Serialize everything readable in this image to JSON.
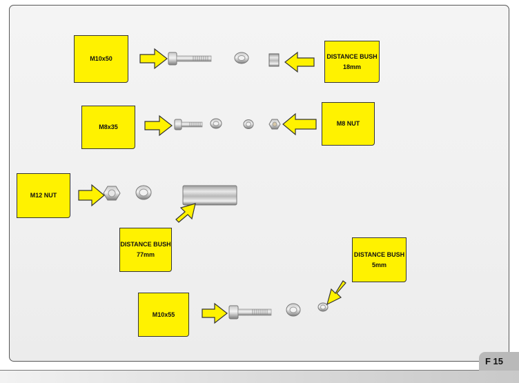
{
  "figure_tag": "F 15",
  "labels": {
    "m10x50": "M10x50",
    "bush18_title": "DISTANCE BUSH",
    "bush18_size": "18mm",
    "m8x35": "M8x35",
    "m8nut": "M8 NUT",
    "m12nut": "M12 NUT",
    "bush77_title": "DISTANCE BUSH",
    "bush77_size": "77mm",
    "bush5_title": "DISTANCE BUSH",
    "bush5_size": "5mm",
    "m10x55": "M10x55"
  },
  "colors": {
    "label_fill": "#fff200",
    "arrow_fill": "#fff200",
    "outline": "#333333",
    "metal": "#a9a9a9"
  },
  "icons": [
    "arrow-icon",
    "bolt-icon",
    "washer-icon",
    "nut-icon",
    "bush-icon"
  ]
}
